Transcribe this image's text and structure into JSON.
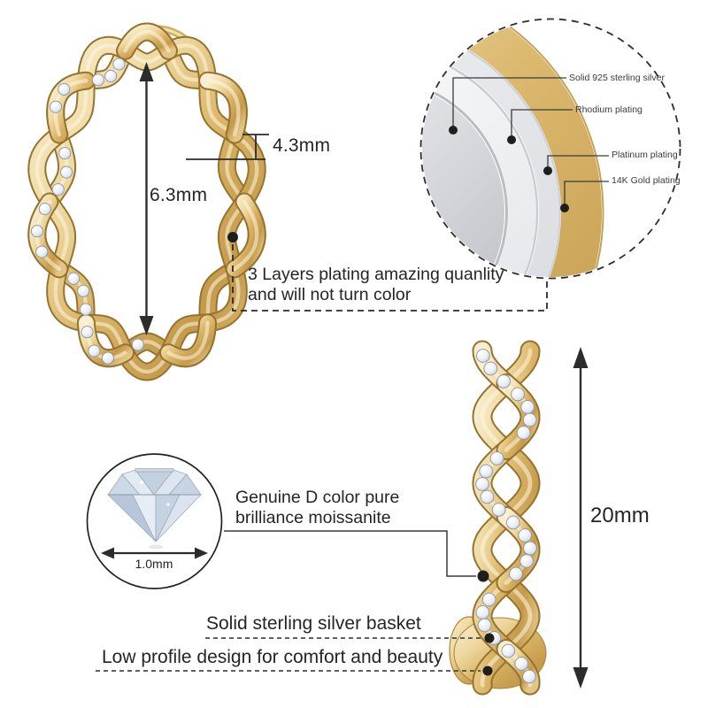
{
  "front_view": {
    "height_label": "6.3mm",
    "band_width_label": "4.3mm"
  },
  "plating_detail": {
    "layer_labels": [
      "Solid 925 sterling silver",
      "Rhodium plating",
      "Platinum plating",
      "14K Gold plating"
    ],
    "caption_line1": "3 Layers plating amazing quanlity",
    "caption_line2": "and will not turn color"
  },
  "stone_detail": {
    "diameter_label": "1.0mm",
    "caption_line1": "Genuine D color pure",
    "caption_line2": "brilliance moissanite"
  },
  "side_view": {
    "height_label": "20mm"
  },
  "footer": {
    "basket_label": "Solid sterling silver basket",
    "comfort_label": "Low profile design for comfort and beauty"
  },
  "colors": {
    "gold": "#d9b366",
    "gold_deep": "#b78b3f",
    "gold_light": "#f8efd2",
    "silver": "#d9dbdf",
    "stone_white": "#eef2f8",
    "text": "#252525"
  }
}
